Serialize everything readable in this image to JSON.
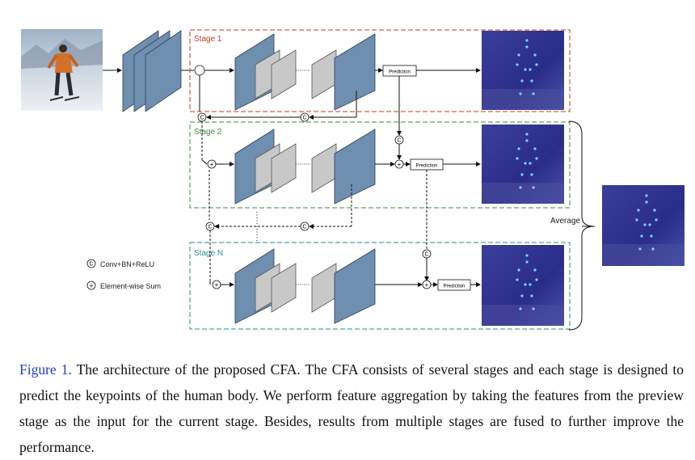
{
  "stages": [
    {
      "label": "Stage 1",
      "color": "#c0392b"
    },
    {
      "label": "Stage 2",
      "color": "#3c8a3c"
    },
    {
      "label": "Stage N",
      "color": "#2a8a8a"
    }
  ],
  "prediction_label": "Prediction",
  "average_label": "Average",
  "legend": {
    "concat_symbol": "C",
    "concat_label": "Conv+BN+ReLU",
    "sum_symbol": "+",
    "sum_label": "Element-wise Sum"
  },
  "caption": {
    "figure_label": "Figure 1.",
    "text": "The architecture of the proposed CFA. The CFA consists of several stages and each stage is designed to predict the keypoints of the human body. We perform feature aggregation by taking the features from the preview stage as the input for the current stage. Besides, results from multiple stages are fused to further improve the performance."
  },
  "colors": {
    "feature_map_blue": "#6f8fb0",
    "feature_map_gray": "#c8c8c8",
    "heatmap_bg": "#2b2f8c",
    "keypoint": "#7fd4ff"
  }
}
